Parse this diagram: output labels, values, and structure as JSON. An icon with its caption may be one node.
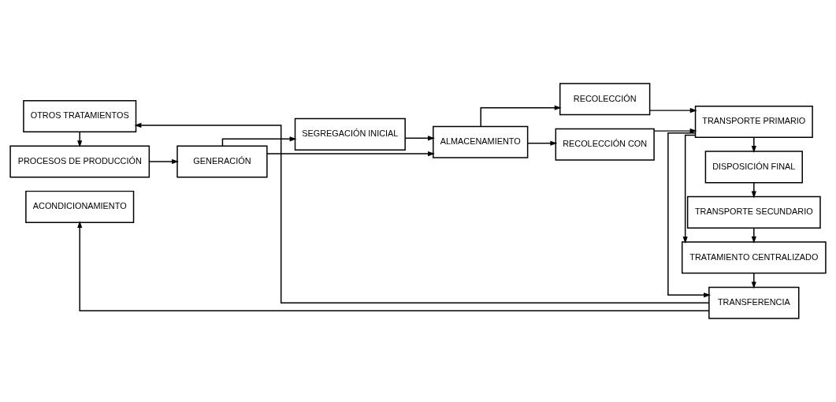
{
  "diagram": {
    "nodes": [
      {
        "text": [
          "TRANSFERENCIA"
        ]
      },
      {
        "text": [
          "TRATAMIENTO CENTRALIZADO"
        ]
      },
      {
        "text": [
          "TRANSPORTE SECUNDARIO"
        ]
      },
      {
        "text": [
          "DISPOSICIÓN FINAL"
        ]
      },
      {
        "text": [
          "SEGREGACIÓN INICIAL"
        ]
      },
      {
        "text": [
          "PROCESOS DE PRODUCCIÓN"
        ]
      },
      {
        "text": [
          "GENERACIÓN"
        ]
      },
      {
        "text": [
          "ALMACENAMIENTO"
        ]
      },
      {
        "text": [
          "RECOLECCIÓN"
        ]
      },
      {
        "text": [
          "TRANSPORTE PRIMARIO"
        ]
      },
      {
        "text": [
          "OTROS TRATAMIENTOS"
        ]
      },
      {
        "text": [
          "RECOLECCIÓN CON"
        ]
      },
      {
        "text": [
          "ACONDICIONAMIENTO"
        ]
      }
    ],
    "edges": [
      {
        "from": 10,
        "to": 5,
        "arrow": "to"
      },
      {
        "from": 5,
        "to": 6,
        "arrow": "to"
      },
      {
        "from": 6,
        "to": 4,
        "arrow": "to"
      },
      {
        "from": 6,
        "to": 7,
        "arrow": "to"
      },
      {
        "from": 4,
        "to": 7,
        "arrow": "to"
      },
      {
        "from": 7,
        "to": 8,
        "arrow": "to"
      },
      {
        "from": 7,
        "to": 11,
        "arrow": "to"
      },
      {
        "from": 8,
        "to": 9,
        "arrow": "to"
      },
      {
        "from": 11,
        "to": 9,
        "arrow": "to"
      },
      {
        "from": 9,
        "to": 3,
        "arrow": "to"
      },
      {
        "from": 3,
        "to": 2,
        "arrow": "to"
      },
      {
        "from": 2,
        "to": 1,
        "arrow": "to"
      },
      {
        "from": 1,
        "to": 0,
        "arrow": "to"
      },
      {
        "from": 9,
        "to": 0,
        "arrow": "to"
      },
      {
        "from": 9,
        "to": 1,
        "arrow": "to"
      },
      {
        "from": 0,
        "to": 10,
        "arrow": "to"
      },
      {
        "from": 0,
        "to": 12,
        "arrow": "to"
      }
    ]
  }
}
